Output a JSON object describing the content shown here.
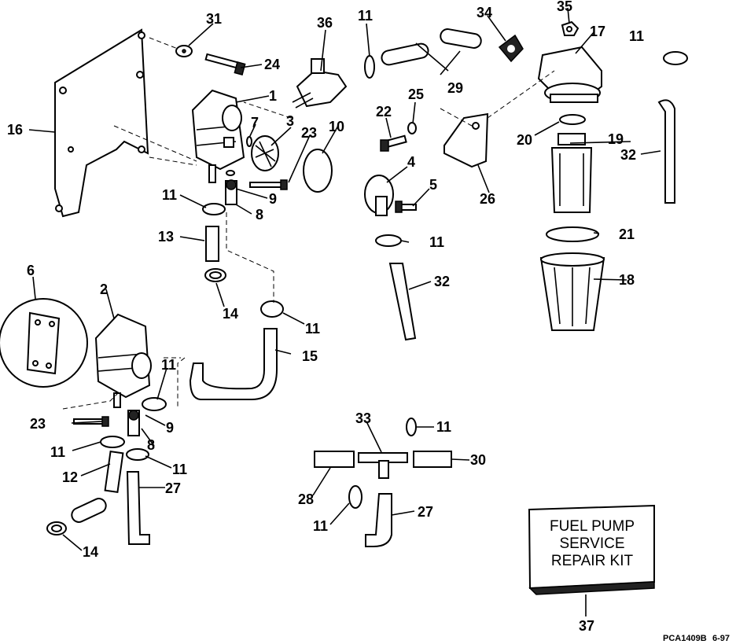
{
  "callouts": [
    "31",
    "36",
    "11",
    "34",
    "35",
    "17",
    "11",
    "24",
    "29",
    "1",
    "16",
    "7",
    "3",
    "23",
    "10",
    "22",
    "25",
    "20",
    "19",
    "32",
    "4",
    "5",
    "26",
    "11",
    "9",
    "8",
    "21",
    "13",
    "11",
    "32",
    "18",
    "6",
    "2",
    "14",
    "11",
    "15",
    "11",
    "23",
    "9",
    "8",
    "11",
    "11",
    "12",
    "27",
    "33",
    "11",
    "30",
    "28",
    "27",
    "11",
    "14",
    "37"
  ],
  "kit": {
    "line1": "FUEL PUMP",
    "line2": "SERVICE",
    "line3": "REPAIR KIT"
  },
  "footer": {
    "code": "PCA1409B",
    "date": "6-97"
  }
}
